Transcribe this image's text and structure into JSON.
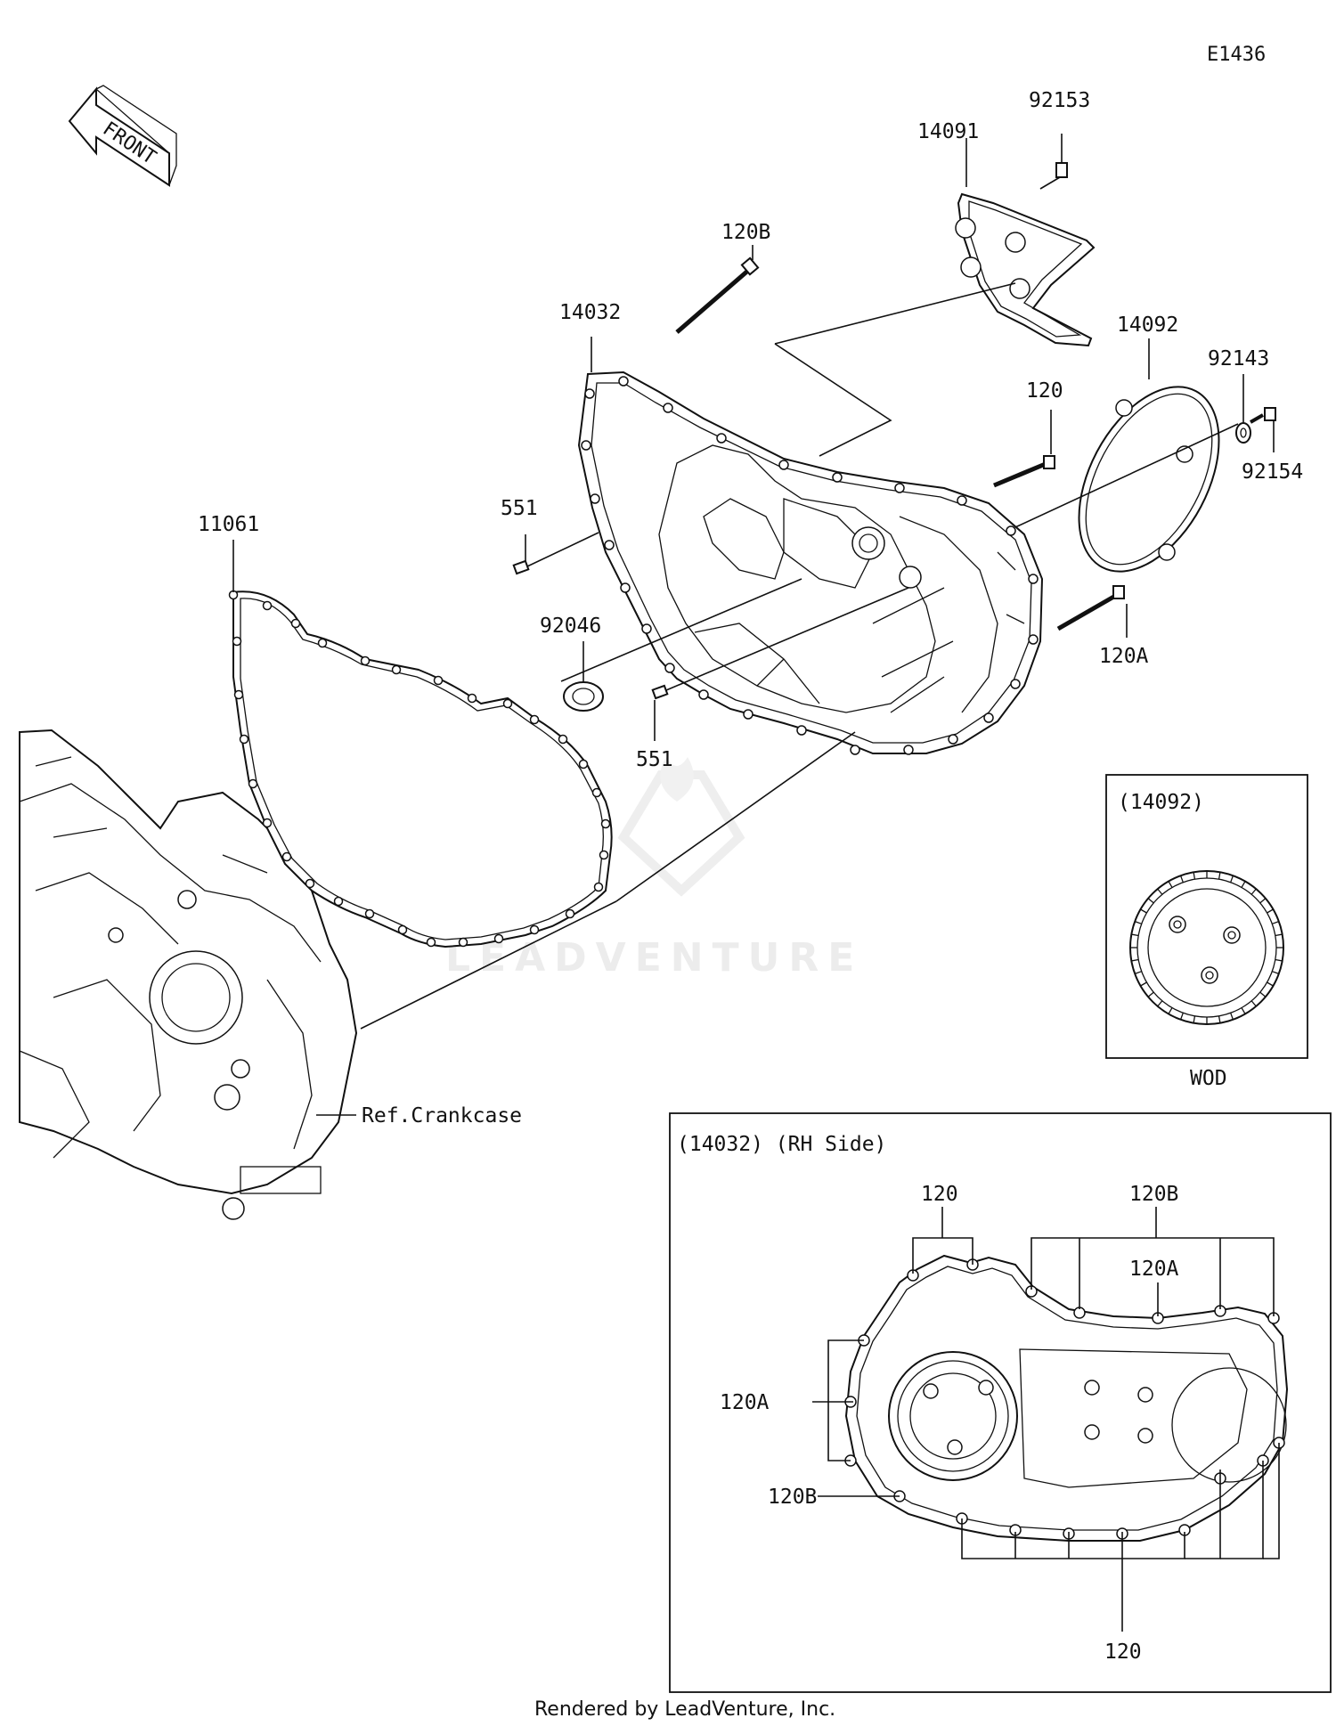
{
  "diagram_id": "E1436",
  "front_label": "FRONT",
  "watermark": "LEADVENTURE",
  "callouts": {
    "p92153": "92153",
    "p14091": "14091",
    "p120B_top": "120B",
    "p14032": "14032",
    "p14092": "14092",
    "p92143": "92143",
    "p120_top": "120",
    "p92154": "92154",
    "p551_a": "551",
    "p11061": "11061",
    "p92046": "92046",
    "p120A": "120A",
    "p551_b": "551",
    "ref_crankcase": "Ref.Crankcase"
  },
  "inset_wod": {
    "title": "(14092)",
    "caption": "WOD"
  },
  "inset_rh": {
    "title": "(14032)  (RH Side)",
    "labels": {
      "top_120": "120",
      "top_120B": "120B",
      "mid_120A": "120A",
      "left_120A": "120A",
      "left_120B": "120B",
      "bottom_120": "120"
    }
  },
  "footer": "Rendered by LeadVenture, Inc."
}
